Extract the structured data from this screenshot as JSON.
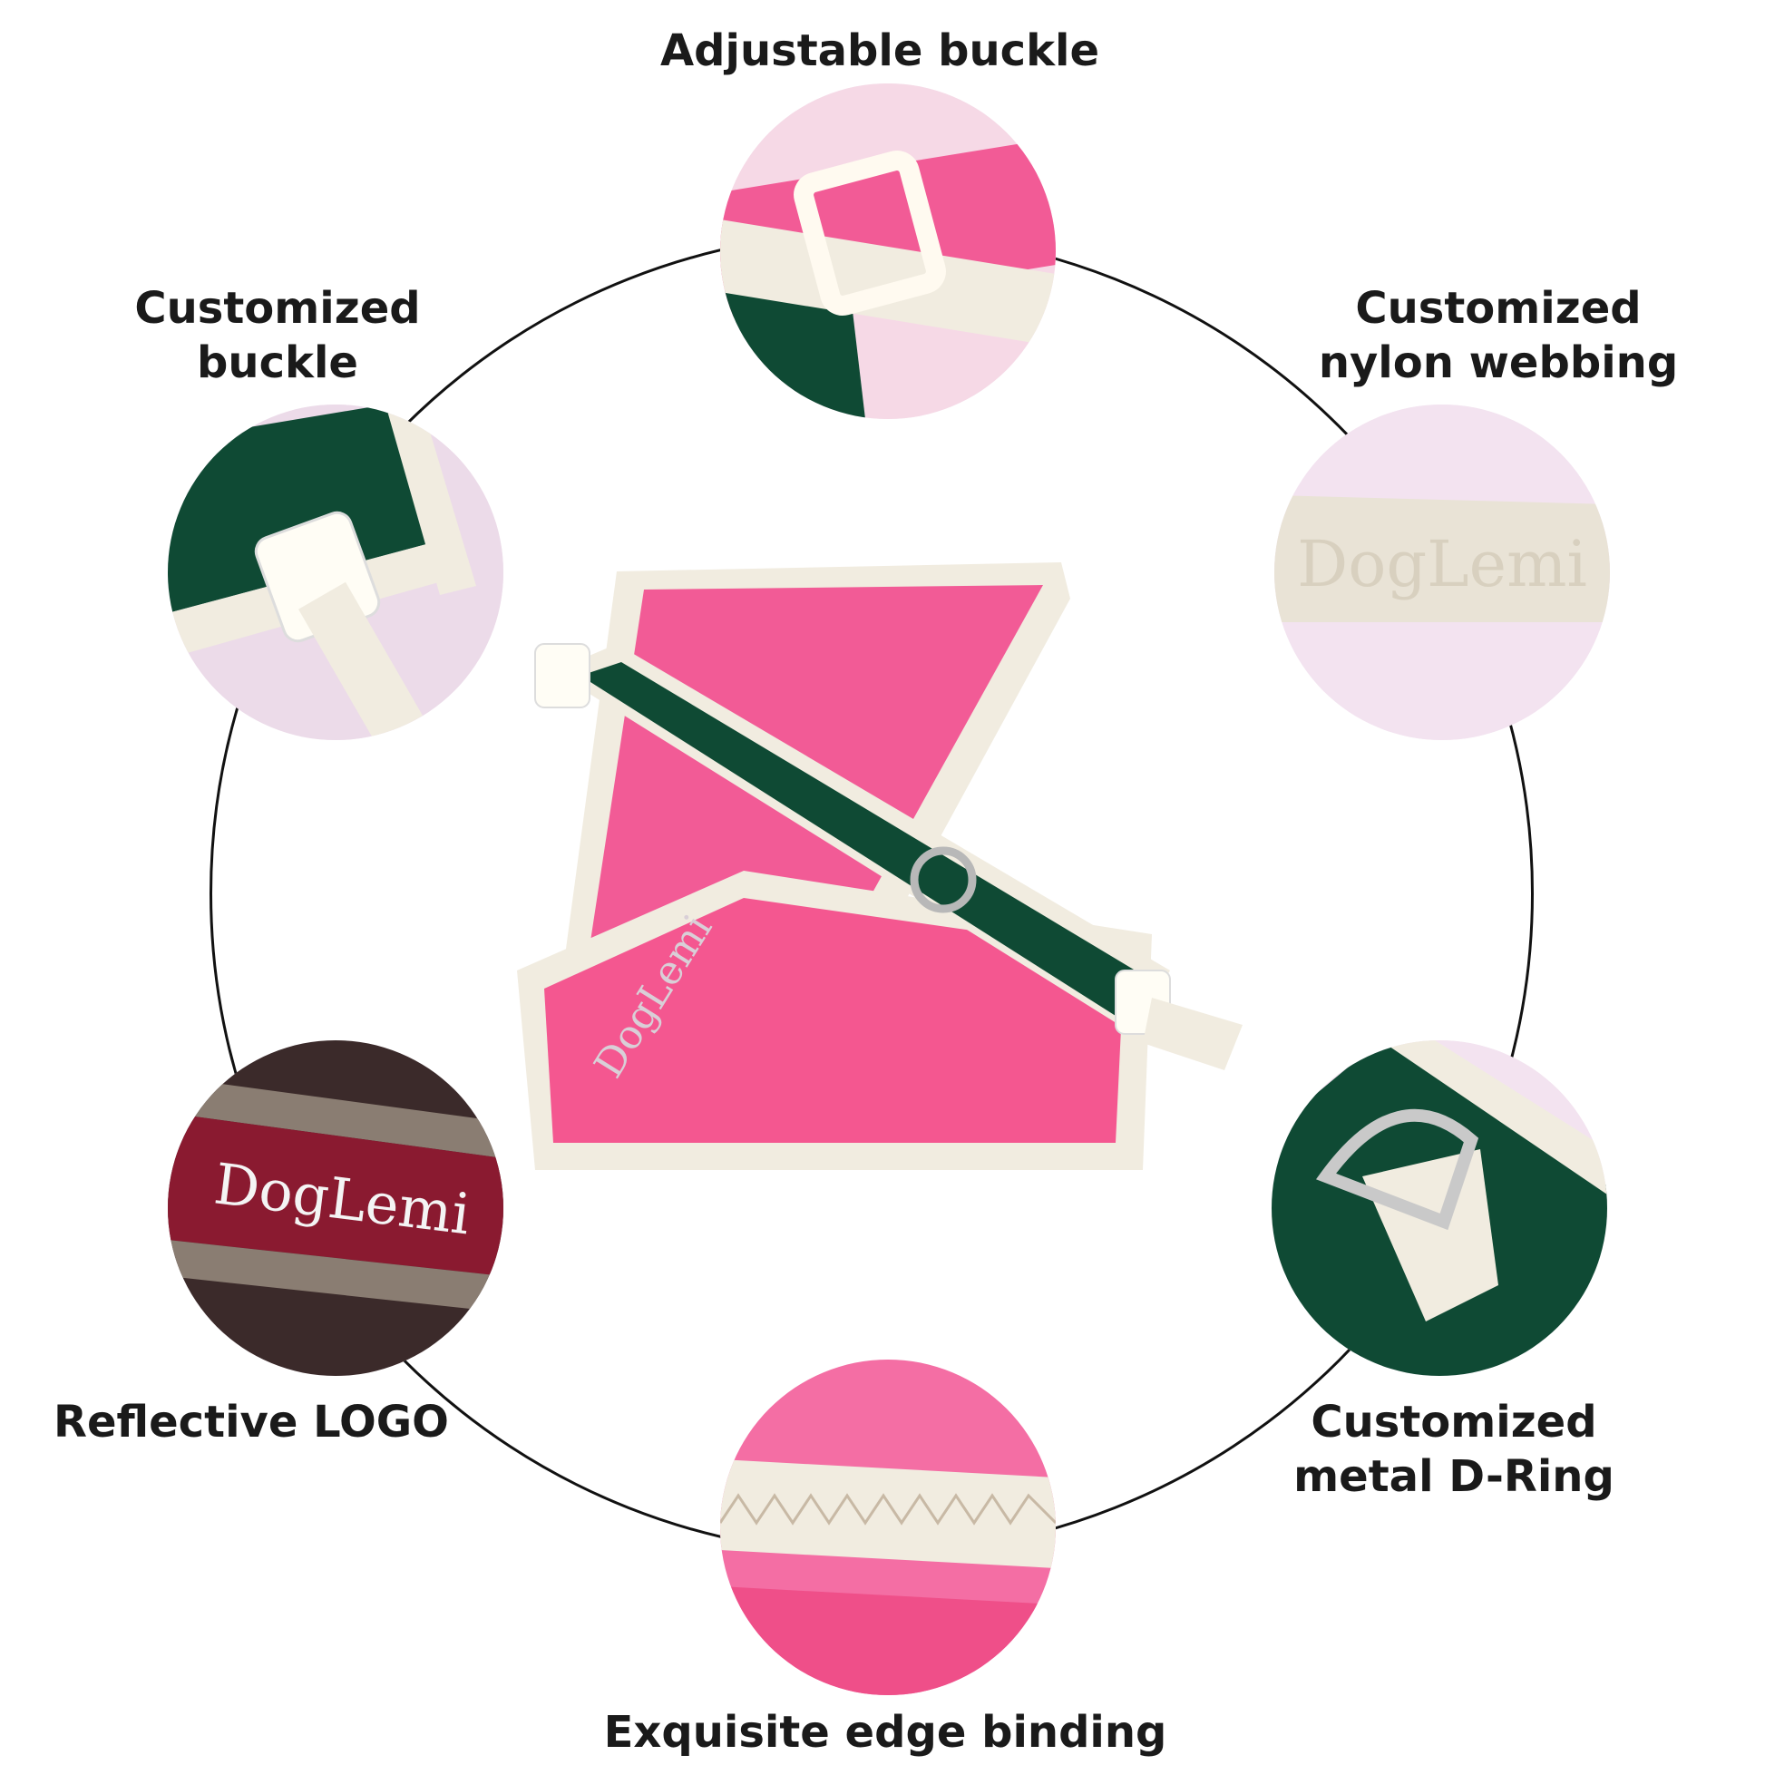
{
  "features": [
    {
      "id": "adjustable-buckle",
      "label": [
        "Adjustable  buckle"
      ]
    },
    {
      "id": "customized-buckle",
      "label": [
        "Customized",
        "buckle"
      ]
    },
    {
      "id": "nylon-webbing",
      "label": [
        "Customized",
        "nylon webbing"
      ]
    },
    {
      "id": "reflective-logo",
      "label": [
        "Reflective LOGO"
      ]
    },
    {
      "id": "d-ring",
      "label": [
        "Customized",
        "metal D-Ring"
      ]
    },
    {
      "id": "edge-binding",
      "label": [
        "Exquisite edge binding"
      ]
    }
  ],
  "brand": "DogLemi",
  "colors": {
    "pink": "#f4548f",
    "green": "#0f4a34",
    "cream": "#f1ece0",
    "burgundy": "#8a1a30",
    "ring": "#111111"
  }
}
